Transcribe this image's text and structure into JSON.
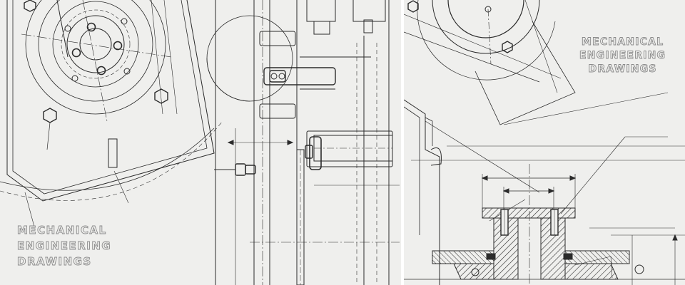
{
  "panels": {
    "left": {
      "caption": [
        "MECHANICAL",
        "ENGINEERING",
        "DRAWINGS"
      ]
    },
    "right": {
      "caption": [
        "MECHANICAL",
        "ENGINEERING",
        "DRAWINGS"
      ]
    }
  },
  "colors": {
    "background": "#efefed",
    "line": "#2b2b2b",
    "caption_stroke": "#8a8a8a",
    "divider": "#ffffff"
  }
}
